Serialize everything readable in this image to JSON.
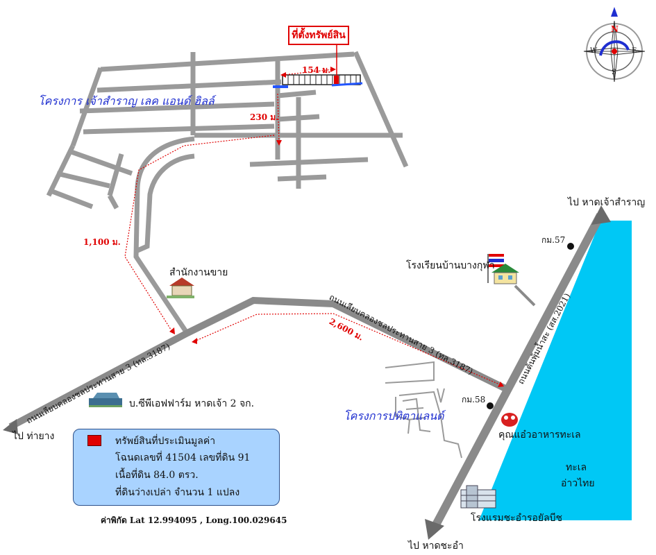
{
  "map": {
    "property_marker_label": "ที่ตั้งทรัพย์สิน",
    "project_top": "โครงการ เจ้าสำราญ เลค แอนด์ ฮิลล์",
    "project_bottom": "โครงการปทิตาแลนด์",
    "sales_office": "สำนักงานขาย",
    "school": "โรงเรียนบ้านบางกุฬา",
    "farm": "บ.ซีพีเอฟฟาร์ม หาดเจ้า 2 จก.",
    "restaurant": "คุณแอ๋วอาหารทะเล",
    "hotel": "โรงแรมชะอำรอยัลบีช",
    "sea": "ทะเล",
    "gulf": "อ่าวไทย",
    "road_main": "ถนนเลียบคลองชลประทานสาย 3 (ทล.3187)",
    "road_main_left": "ถนนเลียบคลองชลประทานสาย 3 (ทล.3187)",
    "road_coast": "ถนนต้นพุ้มน้ำสะ (สส.2021)",
    "dest_top_right": "ไป หาดเจ้าสำราญ",
    "dest_left": "ไป ท่ายาง",
    "dest_bottom": "ไป หาดชะอำ",
    "km57": "กม.57",
    "km58": "กม.58",
    "dist_154": "154 ม.",
    "dist_230": "230 ม.",
    "dist_1100": "1,100 ม.",
    "dist_2600": "2,600 ม."
  },
  "compass": {
    "north": "N",
    "south": "S",
    "east": "E",
    "west": "W"
  },
  "legend": {
    "title": "ทรัพย์สินที่ประเมินมูลค่า",
    "line1": "โฉนดเลขที่ 41504 เลขที่ดิน 91",
    "line2": "เนื้อที่ดิน  84.0 ตรว.",
    "line3": "ที่ดินว่างเปล่า จำนวน 1 แปลง"
  },
  "coordinates": "ค่าพิกัด Lat 12.994095 , Long.100.029645",
  "colors": {
    "sea": "#00c8f5",
    "road": "#9a9a9a",
    "distance": "#e00000",
    "project_text": "#1f2fd0",
    "legend_bg": "#a9d3ff",
    "property": "#e00000"
  }
}
